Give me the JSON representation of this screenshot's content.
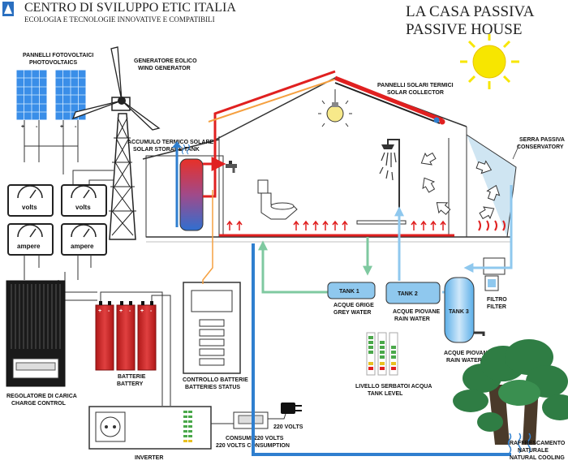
{
  "header": {
    "org_title": "CENTRO DI SVILUPPO ETIC ITALIA",
    "org_subtitle": "ECOLOGIA E TECNOLOGIE INNOVATIVE E COMPATIBILI",
    "title_it": "LA CASA PASSIVA",
    "title_en": "PASSIVE HOUSE"
  },
  "labels": {
    "pv_it": "PANNELLI FOTOVOLTAICI",
    "pv_en": "PHOTOVOLTAICS",
    "wind_it": "GENERATORE EOLICO",
    "wind_en": "WIND GENERATOR",
    "thermal_it": "PANNELLI SOLARI TERMICI",
    "thermal_en": "SOLAR COLLECTOR",
    "storage_it": "ACCUMULO TERMICO SOLARE",
    "storage_en": "SOLAR STORAGE TANK",
    "greenhouse_it": "SERRA PASSIVA",
    "greenhouse_en": "CONSERVATORY",
    "tank1": "TANK 1",
    "tank1_it": "ACQUE GRIGE",
    "tank1_en": "GREY WATER",
    "tank2": "TANK 2",
    "tank2_it": "ACQUE PIOVANE",
    "tank2_en": "RAIN WATER",
    "tank3": "TANK 3",
    "tank3_it": "ACQUE PIOVANE",
    "tank3_en": "RAIN WATER",
    "filter_it": "FILTRO",
    "filter_en": "FILTER",
    "regulator_it": "REGOLATORE DI CARICA",
    "regulator_en": "CHARGE CONTROL",
    "battery_it": "BATTERIE",
    "battery_en": "BATTERY",
    "battery_ctrl_it": "CONTROLLO BATTERIE",
    "battery_ctrl_en": "BATTERIES STATUS",
    "tanklevel_it": "LIVELLO SERBATOI ACQUA",
    "tanklevel_en": "TANK LEVEL",
    "inverter": "INVERTER",
    "consumption_it": "CONSUMI 220 VOLTS",
    "consumption_en": "220 VOLTS CONSUMPTION",
    "volts220": "220 VOLTS",
    "cooling_it1": "RAFFRESCAMENTO",
    "cooling_it2": "NATURALE",
    "cooling_en": "NATURAL COOLING",
    "meter_volts": "volts",
    "meter_ampere": "ampere",
    "plus": "+",
    "minus": "-"
  },
  "colors": {
    "hot_water": "#e02020",
    "cold_water": "#2f7fcf",
    "grey_water": "#7fc9a0",
    "rain_water": "#8fc8ee",
    "dc_wire": "#f5a040",
    "battery": "#d02828",
    "sun": "#f7e600",
    "tree": "#2f7d44",
    "greenhouse": "#cfe5f2"
  },
  "icons": [
    "sun-icon",
    "lightbulb-icon",
    "shower-icon",
    "toilet-icon",
    "faucet-icon",
    "wind-turbine-icon",
    "solar-panel-icon",
    "power-plug-icon",
    "tree-icon",
    "heat-wave-icon"
  ]
}
